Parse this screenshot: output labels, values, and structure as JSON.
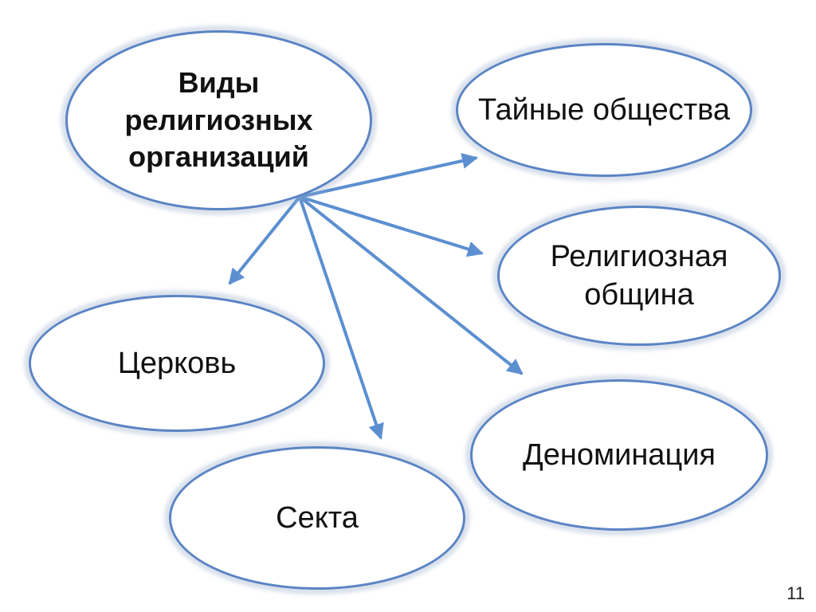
{
  "diagram": {
    "root": {
      "label": "Виды\nрелигиозных\nорганизаций"
    },
    "nodes": [
      {
        "id": "secret-societies",
        "label": "Тайные общества"
      },
      {
        "id": "religious-community",
        "label": "Религиозная\nобщина"
      },
      {
        "id": "church",
        "label": "Церковь"
      },
      {
        "id": "denomination",
        "label": "Деноминация"
      },
      {
        "id": "sect",
        "label": "Секта"
      }
    ],
    "edges": [
      {
        "from": "root",
        "to": "secret-societies"
      },
      {
        "from": "root",
        "to": "religious-community"
      },
      {
        "from": "root",
        "to": "church"
      },
      {
        "from": "root",
        "to": "denomination"
      },
      {
        "from": "root",
        "to": "sect"
      }
    ],
    "colors": {
      "border": "#5b84c4",
      "arrow": "#5b8fd0",
      "text": "#111111"
    }
  },
  "page_number": "11"
}
